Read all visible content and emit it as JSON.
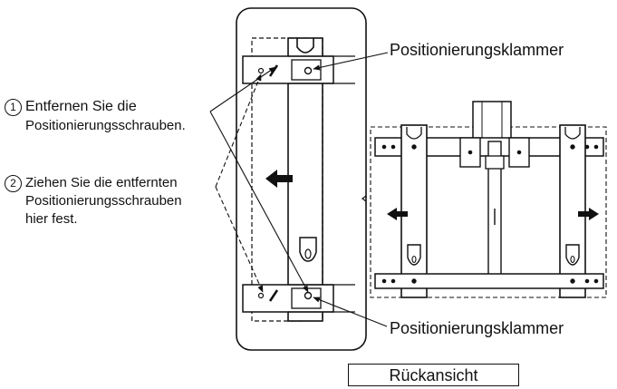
{
  "labels": {
    "clamp_top": "Positionierungsklammer",
    "clamp_bottom": "Positionierungsklammer",
    "step1_number": "1",
    "step1_line1": "Entfernen Sie die",
    "step1_line2": "Positionierungsschrauben.",
    "step2_number": "2",
    "step2_line1": "Ziehen Sie die entfernten",
    "step2_line2": "Positionierungsschrauben",
    "step2_line3": "hier fest.",
    "rear_view": "Rückansicht"
  },
  "colors": {
    "line": "#111111",
    "background": "#ffffff"
  }
}
